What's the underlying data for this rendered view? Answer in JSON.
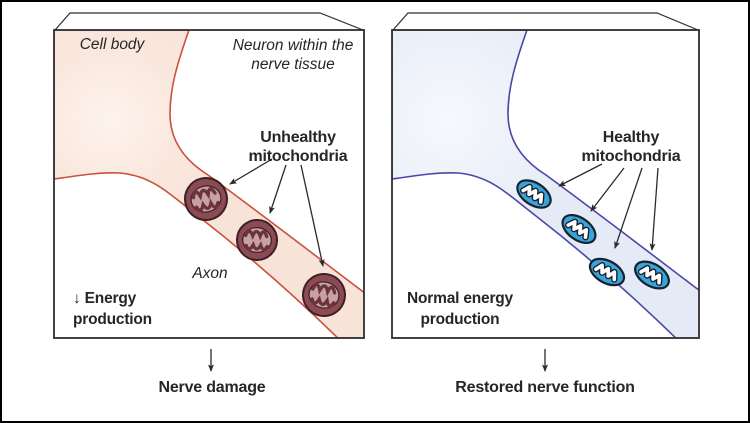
{
  "figure": {
    "left_panel": {
      "cell_body_label": "Cell body",
      "tissue_label_line1": "Neuron within the",
      "tissue_label_line2": "nerve tissue",
      "mito_label_line1": "Unhealthy",
      "mito_label_line2": "mitochondria",
      "axon_label": "Axon",
      "energy_label_line1": "↓ Energy",
      "energy_label_line2": "production",
      "caption": "Nerve damage",
      "mitochondria_count": 3,
      "colors": {
        "outline": "#c9513f",
        "fill": "#f9e4da",
        "mitochondrion_ring": "#8c4a52",
        "mitochondrion_inner": "#c8a0a5"
      }
    },
    "right_panel": {
      "mito_label_line1": "Healthy",
      "mito_label_line2": "mitochondria",
      "energy_label_line1": "Normal energy",
      "energy_label_line2": "production",
      "caption": "Restored nerve function",
      "mitochondria_count": 4,
      "colors": {
        "outline": "#4a47a5",
        "fill": "#e9eef7",
        "mitochondrion": "#3aa4da"
      }
    }
  }
}
